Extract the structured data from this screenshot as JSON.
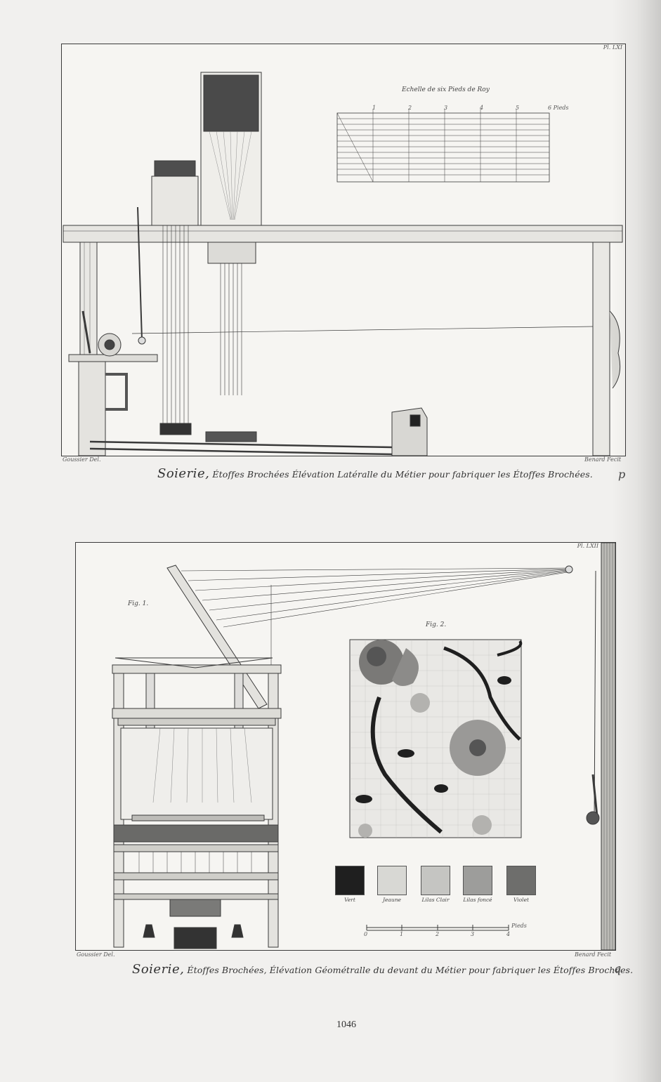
{
  "plate_top": {
    "plate_number": "Pl. LXI",
    "scale_title": "Echelle de six Pieds de Roy",
    "scale_unit": "6 Pieds",
    "scale_numbers": [
      "1",
      "2",
      "3",
      "4",
      "5"
    ],
    "draughtsman": "Goussier Del.",
    "engraver": "Benard Fecit",
    "caption_lead": "Soierie,",
    "caption_rest": "Étoffes Brochées Élévation Latéralle du Métier pour fabriquer les Étoffes Brochées.",
    "plate_letter": "p"
  },
  "plate_bottom": {
    "plate_number": "Pl. LXII",
    "fig1_label": "Fig. 1.",
    "fig2_label": "Fig. 2.",
    "swatches": [
      {
        "label": "Vert",
        "color": "#1f1f1f"
      },
      {
        "label": "Jeaune",
        "color": "#d8d8d4"
      },
      {
        "label": "Lilas Clair",
        "color": "#c5c5c2"
      },
      {
        "label": "Lilas foncé",
        "color": "#9d9d9b"
      },
      {
        "label": "Violet",
        "color": "#6e6e6c"
      }
    ],
    "scale_unit": "Pieds",
    "scale_numbers": [
      "0",
      "1",
      "2",
      "3",
      "4"
    ],
    "draughtsman": "Goussier Del.",
    "engraver": "Benard Fecit",
    "caption_lead": "Soierie,",
    "caption_rest": "Étoffes Brochées, Élévation Géométralle du devant du Métier pour fabriquer les Étoffes Brochées.",
    "plate_letter": "q"
  },
  "page_number": "1046"
}
